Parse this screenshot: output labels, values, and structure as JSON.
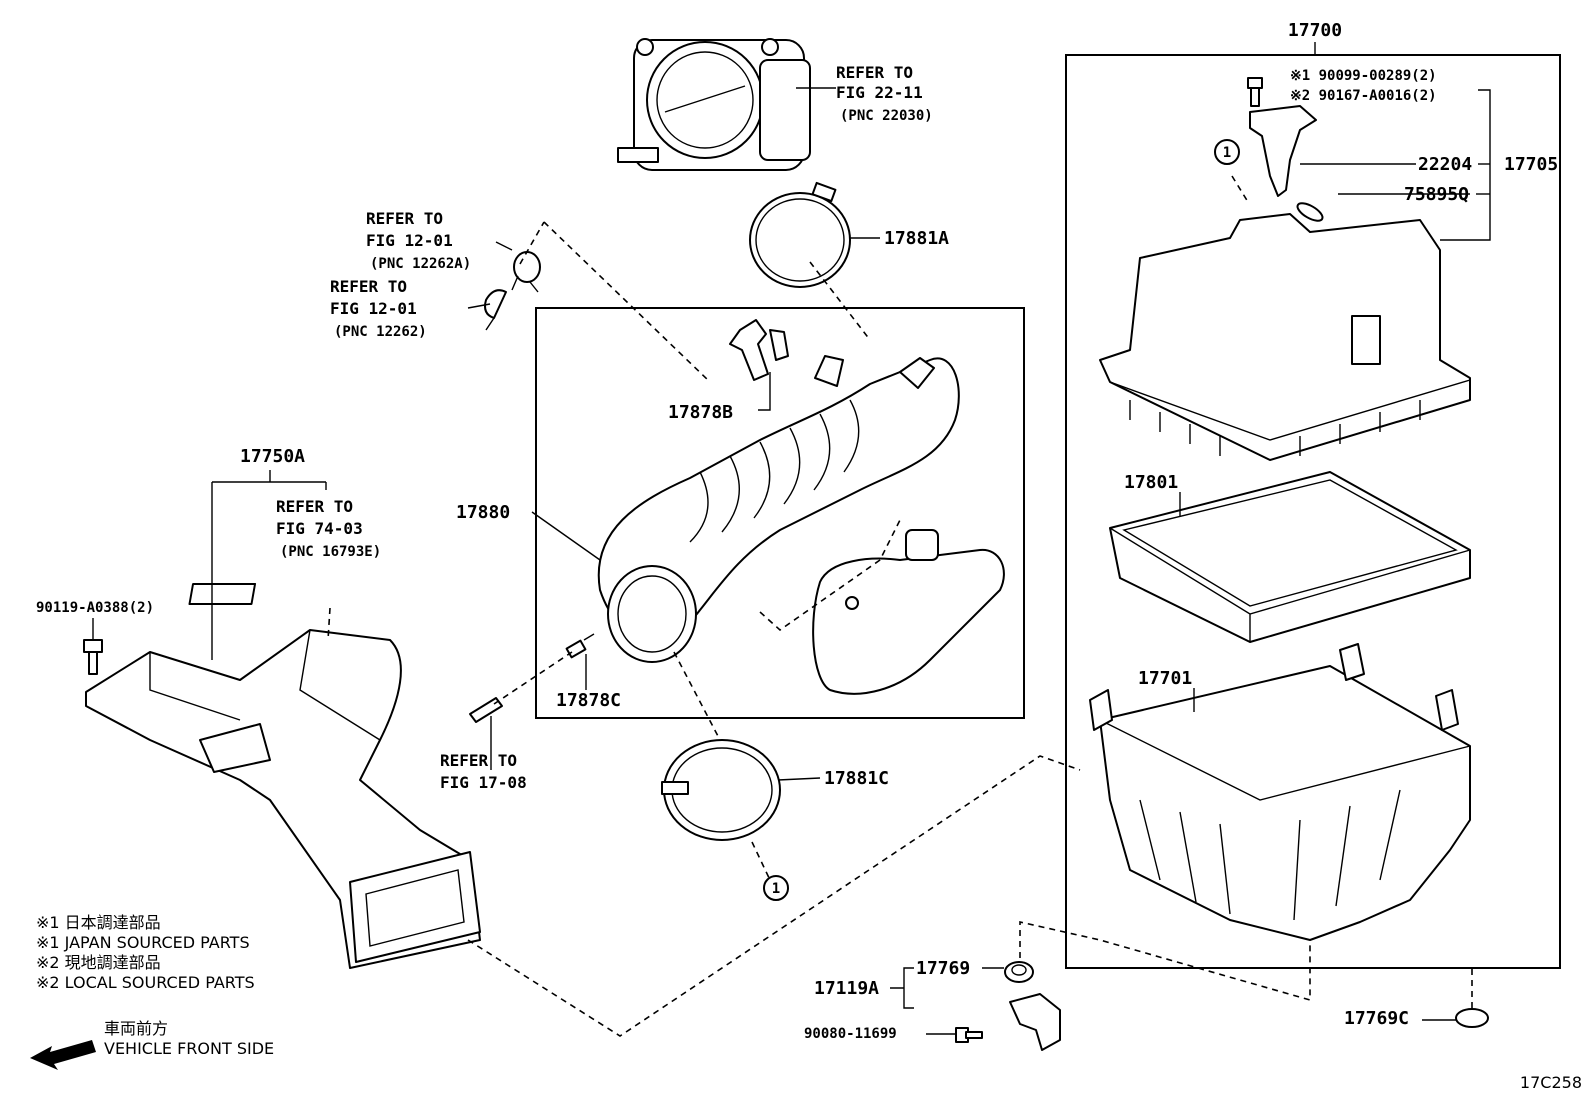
{
  "labels": {
    "p17700": "17700",
    "p17705": "17705",
    "p22204": "22204",
    "p75895Q": "75895Q",
    "bolt1": "※1 90099-00289(2)",
    "bolt2": "※2 90167-A0016(2)",
    "p17801": "17801",
    "p17701": "17701",
    "p17881A": "17881A",
    "p17878B": "17878B",
    "p17880": "17880",
    "p17878C": "17878C",
    "p17881C": "17881C",
    "p17750A": "17750A",
    "p90119": "90119-A0388(2)",
    "p17769": "17769",
    "p17119A": "17119A",
    "p90080": "90080-11699",
    "p17769C": "17769C",
    "circle1a": "1",
    "circle1b": "1"
  },
  "references": {
    "throttle": {
      "l1": "REFER TO",
      "l2": "FIG 22-11",
      "l3": "(PNC 22030)"
    },
    "clip": {
      "l1": "REFER TO",
      "l2": "FIG 12-01",
      "l3": "(PNC 12262A)"
    },
    "hose": {
      "l1": "REFER TO",
      "l2": "FIG 12-01",
      "l3": "(PNC 12262)"
    },
    "label": {
      "l1": "REFER TO",
      "l2": "FIG 74-03",
      "l3": "(PNC 16793E)"
    },
    "pipe": {
      "l1": "REFER TO",
      "l2": "FIG 17-08"
    }
  },
  "notes": {
    "n1": "※1  日本調達部品",
    "n2": "※1  JAPAN SOURCED PARTS",
    "n3": "※2  現地調達部品",
    "n4": "※2  LOCAL SOURCED PARTS"
  },
  "direction": {
    "jp": "車両前方",
    "en": "VEHICLE FRONT SIDE"
  },
  "figure_code": "17C258"
}
